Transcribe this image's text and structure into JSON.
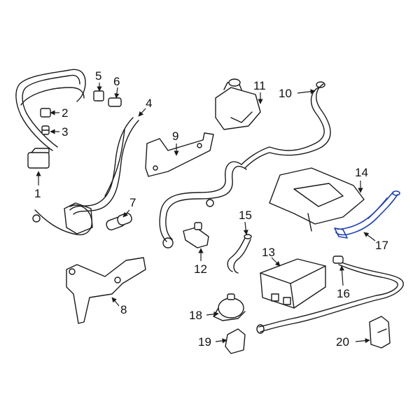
{
  "diagram": {
    "highlight_color": "#1f3fb8",
    "line_color": "#1a1a1a",
    "background": "#ffffff",
    "callouts": [
      "1",
      "2",
      "3",
      "4",
      "5",
      "6",
      "7",
      "8",
      "9",
      "10",
      "11",
      "12",
      "13",
      "14",
      "15",
      "16",
      "17",
      "18",
      "19",
      "20"
    ],
    "highlighted_part": "17"
  }
}
